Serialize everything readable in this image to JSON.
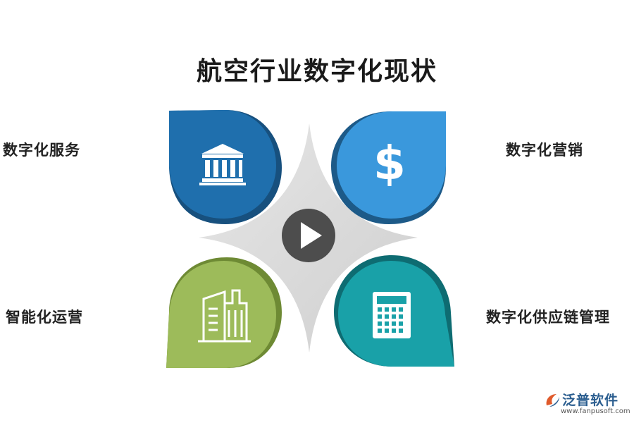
{
  "title": "航空行业数字化现状",
  "items": [
    {
      "label": "数字化服务",
      "color": "#1f6fad",
      "shadow": "#17507e",
      "icon": "bank-icon"
    },
    {
      "label": "数字化营销",
      "color": "#3a98dc",
      "shadow": "#1d5a88",
      "icon": "dollar-icon"
    },
    {
      "label": "智能化运营",
      "color": "#9dbb5a",
      "shadow": "#6e8a34",
      "icon": "buildings-icon"
    },
    {
      "label": "数字化供应链管理",
      "color": "#19a1a8",
      "shadow": "#0e6c72",
      "icon": "calculator-icon"
    }
  ],
  "center": {
    "icon": "play-icon",
    "color": "#4d4d4d"
  },
  "watermark": {
    "brand": "泛普软件",
    "url": "www.fanpusoft.com"
  }
}
